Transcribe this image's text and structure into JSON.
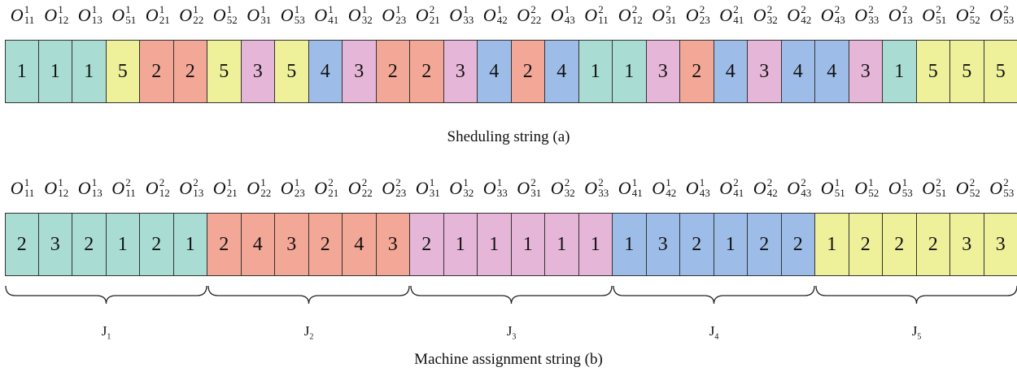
{
  "colors": {
    "1": "#a9ddd3",
    "2": "#f3a796",
    "3": "#e6b6d8",
    "4": "#9dbde8",
    "5": "#eef09a"
  },
  "scheduling_string": {
    "caption": "Sheduling string (a)",
    "cells": [
      {
        "label": "O",
        "sup": "1",
        "sub": "11",
        "value": "1",
        "job": "1"
      },
      {
        "label": "O",
        "sup": "1",
        "sub": "12",
        "value": "1",
        "job": "1"
      },
      {
        "label": "O",
        "sup": "1",
        "sub": "13",
        "value": "1",
        "job": "1"
      },
      {
        "label": "O",
        "sup": "1",
        "sub": "51",
        "value": "5",
        "job": "5"
      },
      {
        "label": "O",
        "sup": "1",
        "sub": "21",
        "value": "2",
        "job": "2"
      },
      {
        "label": "O",
        "sup": "1",
        "sub": "22",
        "value": "2",
        "job": "2"
      },
      {
        "label": "O",
        "sup": "1",
        "sub": "52",
        "value": "5",
        "job": "5"
      },
      {
        "label": "O",
        "sup": "1",
        "sub": "31",
        "value": "3",
        "job": "3"
      },
      {
        "label": "O",
        "sup": "1",
        "sub": "53",
        "value": "5",
        "job": "5"
      },
      {
        "label": "O",
        "sup": "1",
        "sub": "41",
        "value": "4",
        "job": "4"
      },
      {
        "label": "O",
        "sup": "1",
        "sub": "32",
        "value": "3",
        "job": "3"
      },
      {
        "label": "O",
        "sup": "1",
        "sub": "23",
        "value": "2",
        "job": "2"
      },
      {
        "label": "O",
        "sup": "2",
        "sub": "21",
        "value": "2",
        "job": "2"
      },
      {
        "label": "O",
        "sup": "1",
        "sub": "33",
        "value": "3",
        "job": "3"
      },
      {
        "label": "O",
        "sup": "1",
        "sub": "42",
        "value": "4",
        "job": "4"
      },
      {
        "label": "O",
        "sup": "2",
        "sub": "22",
        "value": "2",
        "job": "2"
      },
      {
        "label": "O",
        "sup": "1",
        "sub": "43",
        "value": "4",
        "job": "4"
      },
      {
        "label": "O",
        "sup": "2",
        "sub": "11",
        "value": "1",
        "job": "1"
      },
      {
        "label": "O",
        "sup": "2",
        "sub": "12",
        "value": "1",
        "job": "1"
      },
      {
        "label": "O",
        "sup": "2",
        "sub": "31",
        "value": "3",
        "job": "3"
      },
      {
        "label": "O",
        "sup": "2",
        "sub": "23",
        "value": "2",
        "job": "2"
      },
      {
        "label": "O",
        "sup": "2",
        "sub": "41",
        "value": "4",
        "job": "4"
      },
      {
        "label": "O",
        "sup": "2",
        "sub": "32",
        "value": "3",
        "job": "3"
      },
      {
        "label": "O",
        "sup": "2",
        "sub": "42",
        "value": "4",
        "job": "4"
      },
      {
        "label": "O",
        "sup": "2",
        "sub": "43",
        "value": "4",
        "job": "4"
      },
      {
        "label": "O",
        "sup": "2",
        "sub": "33",
        "value": "3",
        "job": "3"
      },
      {
        "label": "O",
        "sup": "2",
        "sub": "13",
        "value": "1",
        "job": "1"
      },
      {
        "label": "O",
        "sup": "2",
        "sub": "51",
        "value": "5",
        "job": "5"
      },
      {
        "label": "O",
        "sup": "2",
        "sub": "52",
        "value": "5",
        "job": "5"
      },
      {
        "label": "O",
        "sup": "2",
        "sub": "53",
        "value": "5",
        "job": "5"
      }
    ]
  },
  "machine_string": {
    "caption": "Machine assignment string (b)",
    "cells": [
      {
        "label": "O",
        "sup": "1",
        "sub": "11",
        "value": "2",
        "job": "1"
      },
      {
        "label": "O",
        "sup": "1",
        "sub": "12",
        "value": "3",
        "job": "1"
      },
      {
        "label": "O",
        "sup": "1",
        "sub": "13",
        "value": "2",
        "job": "1"
      },
      {
        "label": "O",
        "sup": "2",
        "sub": "11",
        "value": "1",
        "job": "1"
      },
      {
        "label": "O",
        "sup": "2",
        "sub": "12",
        "value": "2",
        "job": "1"
      },
      {
        "label": "O",
        "sup": "2",
        "sub": "13",
        "value": "1",
        "job": "1"
      },
      {
        "label": "O",
        "sup": "1",
        "sub": "21",
        "value": "2",
        "job": "2"
      },
      {
        "label": "O",
        "sup": "1",
        "sub": "22",
        "value": "4",
        "job": "2"
      },
      {
        "label": "O",
        "sup": "1",
        "sub": "23",
        "value": "3",
        "job": "2"
      },
      {
        "label": "O",
        "sup": "2",
        "sub": "21",
        "value": "2",
        "job": "2"
      },
      {
        "label": "O",
        "sup": "2",
        "sub": "22",
        "value": "4",
        "job": "2"
      },
      {
        "label": "O",
        "sup": "2",
        "sub": "23",
        "value": "3",
        "job": "2"
      },
      {
        "label": "O",
        "sup": "1",
        "sub": "31",
        "value": "2",
        "job": "3"
      },
      {
        "label": "O",
        "sup": "1",
        "sub": "32",
        "value": "1",
        "job": "3"
      },
      {
        "label": "O",
        "sup": "1",
        "sub": "33",
        "value": "1",
        "job": "3"
      },
      {
        "label": "O",
        "sup": "2",
        "sub": "31",
        "value": "1",
        "job": "3"
      },
      {
        "label": "O",
        "sup": "2",
        "sub": "32",
        "value": "1",
        "job": "3"
      },
      {
        "label": "O",
        "sup": "2",
        "sub": "33",
        "value": "1",
        "job": "3"
      },
      {
        "label": "O",
        "sup": "1",
        "sub": "41",
        "value": "1",
        "job": "4"
      },
      {
        "label": "O",
        "sup": "1",
        "sub": "42",
        "value": "3",
        "job": "4"
      },
      {
        "label": "O",
        "sup": "1",
        "sub": "43",
        "value": "2",
        "job": "4"
      },
      {
        "label": "O",
        "sup": "2",
        "sub": "41",
        "value": "1",
        "job": "4"
      },
      {
        "label": "O",
        "sup": "2",
        "sub": "42",
        "value": "2",
        "job": "4"
      },
      {
        "label": "O",
        "sup": "2",
        "sub": "43",
        "value": "2",
        "job": "4"
      },
      {
        "label": "O",
        "sup": "1",
        "sub": "51",
        "value": "1",
        "job": "5"
      },
      {
        "label": "O",
        "sup": "1",
        "sub": "52",
        "value": "2",
        "job": "5"
      },
      {
        "label": "O",
        "sup": "1",
        "sub": "53",
        "value": "2",
        "job": "5"
      },
      {
        "label": "O",
        "sup": "2",
        "sub": "51",
        "value": "2",
        "job": "5"
      },
      {
        "label": "O",
        "sup": "2",
        "sub": "52",
        "value": "3",
        "job": "5"
      },
      {
        "label": "O",
        "sup": "2",
        "sub": "53",
        "value": "3",
        "job": "5"
      }
    ],
    "jobs": [
      {
        "letter": "J",
        "sub": "1"
      },
      {
        "letter": "J",
        "sub": "2"
      },
      {
        "letter": "J",
        "sub": "3"
      },
      {
        "letter": "J",
        "sub": "4"
      },
      {
        "letter": "J",
        "sub": "5"
      }
    ]
  }
}
